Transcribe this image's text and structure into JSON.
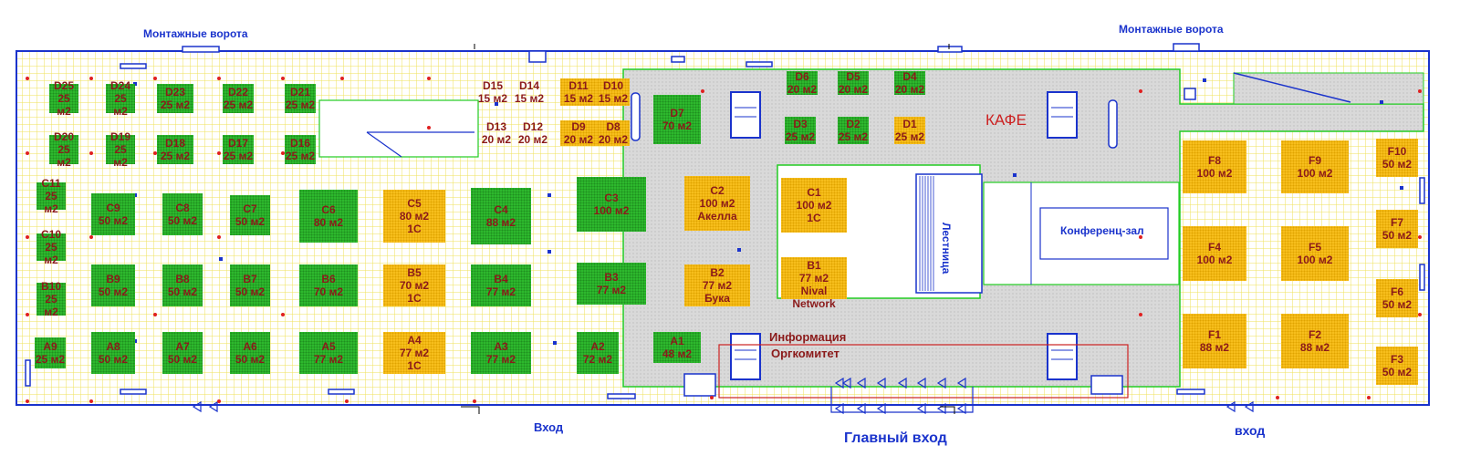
{
  "labels": {
    "assembly_gate_left": "Монтажные ворота",
    "assembly_gate_right": "Монтажные ворота",
    "cafe": "КАФЕ",
    "stairs": "Лестница",
    "conference_hall": "Конференц-зал",
    "info": "Информация",
    "org_committee": "Оргкомитет",
    "entrance_left": "Вход",
    "main_entrance": "Главный вход",
    "entrance_right": "вход"
  },
  "colors": {
    "green": "#2db82d",
    "orange": "#f7be1c",
    "grid": "#efe25a",
    "hall_wall": "#1a33cc",
    "zone_border": "#22cc22"
  },
  "booths": [
    {
      "id": "D25",
      "area": "25 м2",
      "color": "green"
    },
    {
      "id": "D24",
      "area": "25 м2",
      "color": "green"
    },
    {
      "id": "D23",
      "area": "25 м2",
      "color": "green"
    },
    {
      "id": "D22",
      "area": "25 м2",
      "color": "green"
    },
    {
      "id": "D21",
      "area": "25 м2",
      "color": "green"
    },
    {
      "id": "D20",
      "area": "25 м2",
      "color": "green"
    },
    {
      "id": "D19",
      "area": "25 м2",
      "color": "green"
    },
    {
      "id": "D18",
      "area": "25 м2",
      "color": "green"
    },
    {
      "id": "D17",
      "area": "25 м2",
      "color": "green"
    },
    {
      "id": "D16",
      "area": "25 м2",
      "color": "green"
    },
    {
      "id": "D15",
      "area": "15 м2",
      "color": "plain"
    },
    {
      "id": "D14",
      "area": "15 м2",
      "color": "plain"
    },
    {
      "id": "D11",
      "area": "15 м2",
      "color": "orange"
    },
    {
      "id": "D10",
      "area": "15 м2",
      "color": "orange"
    },
    {
      "id": "D13",
      "area": "20 м2",
      "color": "plain"
    },
    {
      "id": "D12",
      "area": "20 м2",
      "color": "plain"
    },
    {
      "id": "D9",
      "area": "20 м2",
      "color": "orange"
    },
    {
      "id": "D8",
      "area": "20 м2",
      "color": "orange"
    },
    {
      "id": "D7",
      "area": "70 м2",
      "color": "green"
    },
    {
      "id": "D6",
      "area": "20 м2",
      "color": "green"
    },
    {
      "id": "D5",
      "area": "20 м2",
      "color": "green"
    },
    {
      "id": "D4",
      "area": "20 м2",
      "color": "green"
    },
    {
      "id": "D3",
      "area": "25 м2",
      "color": "green"
    },
    {
      "id": "D2",
      "area": "25 м2",
      "color": "green"
    },
    {
      "id": "D1",
      "area": "25 м2",
      "color": "orange"
    },
    {
      "id": "C11",
      "area": "25 м2",
      "color": "green"
    },
    {
      "id": "C10",
      "area": "25 м2",
      "color": "green"
    },
    {
      "id": "C9",
      "area": "50 м2",
      "color": "green"
    },
    {
      "id": "C8",
      "area": "50 м2",
      "color": "green"
    },
    {
      "id": "C7",
      "area": "50 м2",
      "color": "green"
    },
    {
      "id": "C6",
      "area": "80 м2",
      "color": "green"
    },
    {
      "id": "C5",
      "area": "80 м2",
      "color": "orange",
      "company": "1С"
    },
    {
      "id": "C4",
      "area": "88 м2",
      "color": "green"
    },
    {
      "id": "C3",
      "area": "100 м2",
      "color": "green"
    },
    {
      "id": "C2",
      "area": "100 м2",
      "color": "orange",
      "company": "Акелла"
    },
    {
      "id": "C1",
      "area": "100 м2",
      "color": "orange",
      "company": "1С"
    },
    {
      "id": "B10",
      "area": "25 м2",
      "color": "green"
    },
    {
      "id": "B9",
      "area": "50 м2",
      "color": "green"
    },
    {
      "id": "B8",
      "area": "50 м2",
      "color": "green"
    },
    {
      "id": "B7",
      "area": "50 м2",
      "color": "green"
    },
    {
      "id": "B6",
      "area": "70 м2",
      "color": "green"
    },
    {
      "id": "B5",
      "area": "70 м2",
      "color": "orange",
      "company": "1С"
    },
    {
      "id": "B4",
      "area": "77 м2",
      "color": "green"
    },
    {
      "id": "B3",
      "area": "77 м2",
      "color": "green"
    },
    {
      "id": "B2",
      "area": "77 м2",
      "color": "orange",
      "company": "Бука"
    },
    {
      "id": "B1",
      "area": "77 м2",
      "color": "orange",
      "company": "Nival Network"
    },
    {
      "id": "A9",
      "area": "25 м2",
      "color": "green"
    },
    {
      "id": "A8",
      "area": "50 м2",
      "color": "green"
    },
    {
      "id": "A7",
      "area": "50 м2",
      "color": "green"
    },
    {
      "id": "A6",
      "area": "50 м2",
      "color": "green"
    },
    {
      "id": "A5",
      "area": "77 м2",
      "color": "green"
    },
    {
      "id": "A4",
      "area": "77 м2",
      "color": "orange",
      "company": "1С"
    },
    {
      "id": "A3",
      "area": "77 м2",
      "color": "green"
    },
    {
      "id": "A2",
      "area": "72 м2",
      "color": "green"
    },
    {
      "id": "A1",
      "area": "48 м2",
      "color": "green"
    },
    {
      "id": "F8",
      "area": "100 м2",
      "color": "orange"
    },
    {
      "id": "F9",
      "area": "100 м2",
      "color": "orange"
    },
    {
      "id": "F10",
      "area": "50 м2",
      "color": "orange"
    },
    {
      "id": "F7",
      "area": "50 м2",
      "color": "orange"
    },
    {
      "id": "F4",
      "area": "100 м2",
      "color": "orange"
    },
    {
      "id": "F5",
      "area": "100 м2",
      "color": "orange"
    },
    {
      "id": "F6",
      "area": "50 м2",
      "color": "orange"
    },
    {
      "id": "F1",
      "area": "88 м2",
      "color": "orange"
    },
    {
      "id": "F2",
      "area": "88 м2",
      "color": "orange"
    },
    {
      "id": "F3",
      "area": "50 м2",
      "color": "orange"
    }
  ]
}
